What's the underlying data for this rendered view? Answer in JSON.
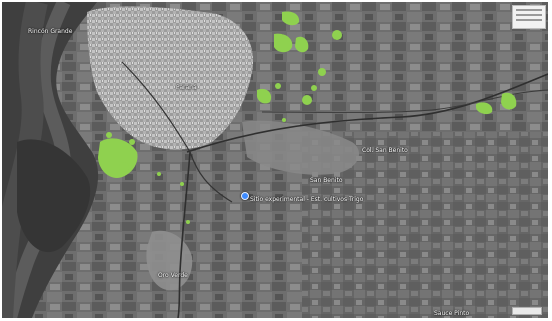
{
  "map": {
    "places": [
      {
        "id": "rincon",
        "name": "Rincón Grande"
      },
      {
        "id": "city",
        "name": "Paraná"
      },
      {
        "id": "colonia",
        "name": "Col. San Benito"
      },
      {
        "id": "sanbenito",
        "name": "San Benito"
      },
      {
        "id": "site",
        "name": "Sitio experimental - Est. cultivos Trigo"
      },
      {
        "id": "south",
        "name": "Oro Verde"
      },
      {
        "id": "corner",
        "name": "Sauce Pinto"
      }
    ],
    "colors": {
      "water": "#4d4d4d",
      "urban": "#a9a9a9",
      "fields": "#6b6b6b",
      "green_patch": "#8fd14f",
      "site_marker": "#3d8bff",
      "road": "#2f2f2f"
    },
    "icons": [
      "location-pin-icon",
      "legend-panel-icon",
      "scale-bar-icon"
    ]
  }
}
